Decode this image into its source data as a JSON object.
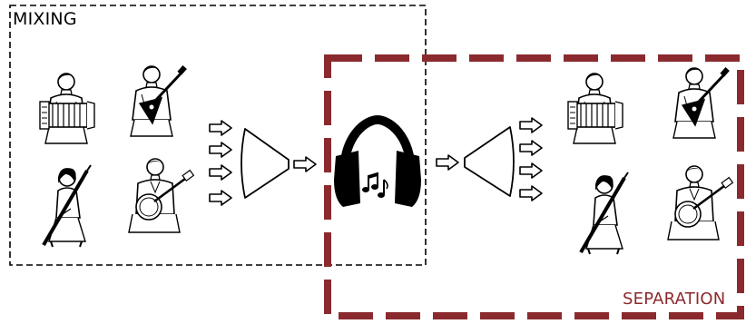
{
  "labels": {
    "mixing": "MIXING",
    "separation": "SEPARATION"
  },
  "colors": {
    "mixing_box": "#000000",
    "separation_box": "#8b2a2e",
    "separation_text": "#8b2a2e",
    "line": "#000000"
  },
  "instruments": [
    "accordion",
    "balalaika",
    "bassoon",
    "banjo"
  ],
  "icons": {
    "center": "headphones-music-icon",
    "arrow": "arrow-right-icon",
    "funnel": "funnel-icon"
  }
}
